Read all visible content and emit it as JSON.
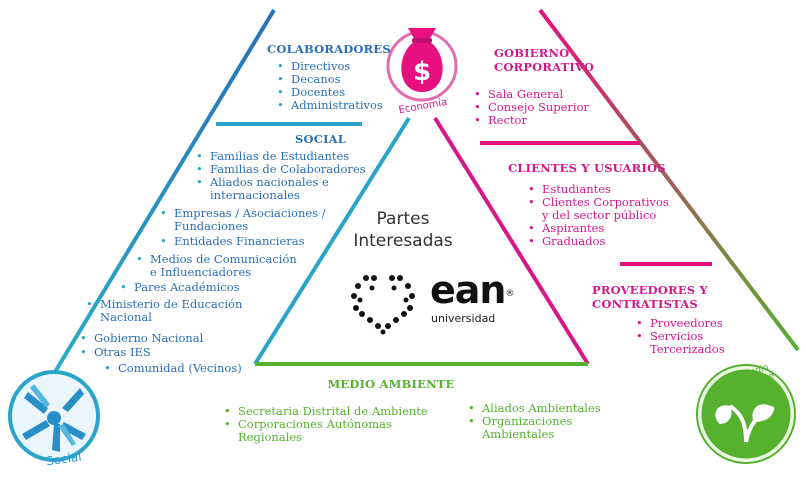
{
  "center": {
    "title_line1": "Partes",
    "title_line2": "Interesadas",
    "logo_word": "ean",
    "logo_reg": "®",
    "logo_sub": "universidad"
  },
  "icons": {
    "economy": {
      "name": "money-bag-icon",
      "symbol": "$",
      "label": "Economía"
    },
    "social": {
      "name": "hands-icon",
      "label": "Social"
    },
    "environment": {
      "name": "leaves-icon",
      "label": "El Medio Ambiente"
    }
  },
  "colaboradores": {
    "header": "COLABORADORES",
    "items": [
      "Directivos",
      "Decanos",
      "Docentes",
      "Administrativos"
    ]
  },
  "gobierno": {
    "header_line1": "GOBIERNO",
    "header_line2": "CORPORATIVO",
    "items": [
      "Sala General",
      "Consejo Superior",
      "Rector"
    ]
  },
  "social": {
    "header": "SOCIAL",
    "items": [
      "Familias de Estudiantes",
      "Familias de Colaboradores",
      "Aliados nacionales e",
      "internacionales",
      "Empresas / Asociaciones /",
      "Fundaciones",
      "Entidades Financieras",
      "Medios de Comunicación",
      "e Influenciadores",
      "Pares Académicos",
      "Ministerio de Educación",
      "Nacional",
      "Gobierno Nacional",
      "Otras IES",
      "Comunidad (Vecinos)"
    ]
  },
  "clientes": {
    "header": "CLIENTES Y USUARIOS",
    "items": [
      "Estudiantes",
      "Clientes Corporativos",
      "y del sector público",
      "Aspirantes",
      "Graduados"
    ]
  },
  "proveedores": {
    "header_line1": "PROVEEDORES Y",
    "header_line2": "CONTRATISTAS",
    "items": [
      "Proveedores",
      "Servicios",
      "Tercerizados"
    ]
  },
  "medio_ambiente": {
    "header": "MEDIO AMBIENTE",
    "left_items": [
      "Secretaria Distrital de Ambiente",
      "Corporaciones Autónomas",
      "Regionales"
    ],
    "right_items": [
      "Aliados Ambientales",
      "Organizaciones",
      "Ambientales"
    ]
  },
  "colors": {
    "blue": "#2a6fb4",
    "cyan": "#2aa4c8",
    "pink": "#d6178a",
    "green": "#55b12e"
  }
}
